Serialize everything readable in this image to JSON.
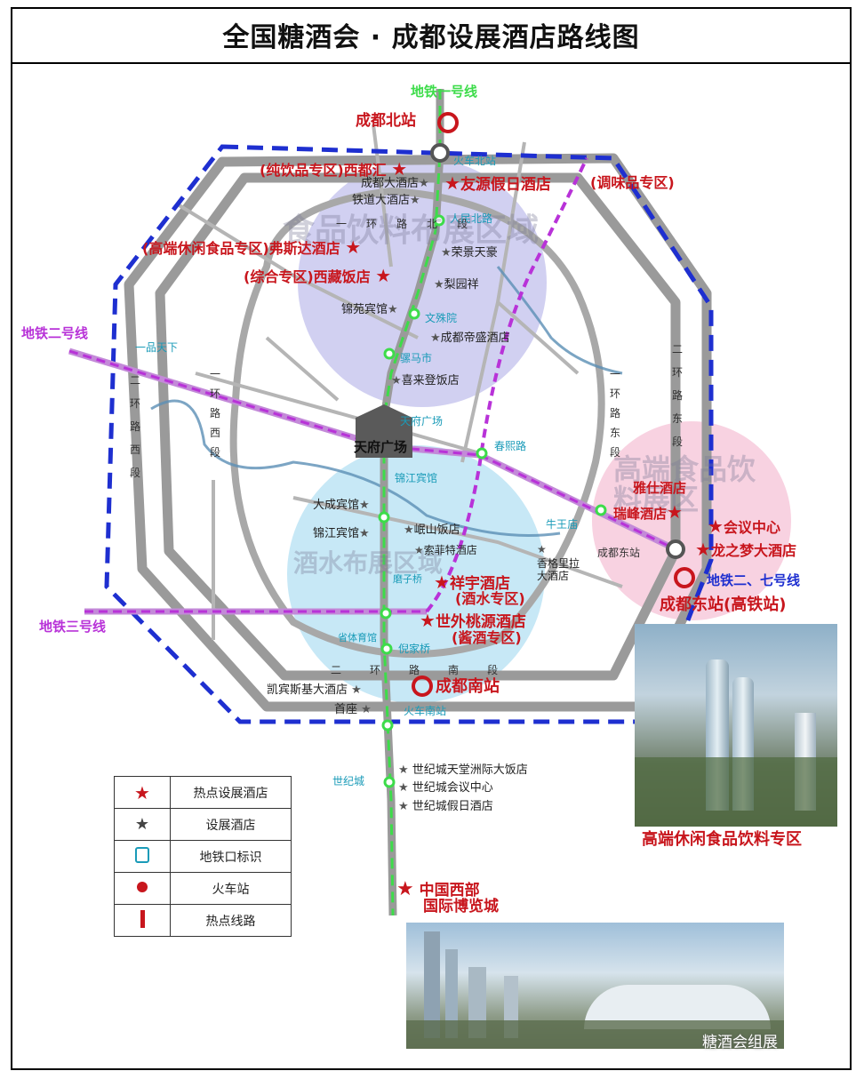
{
  "title": "全国糖酒会 · 成都设展酒店路线图",
  "metro_lines": {
    "line1": "地铁一号线",
    "line2": "地铁二号线",
    "line3": "地铁三号线",
    "line2_7": "地铁二、七号线"
  },
  "zones": {
    "food": "食品饮料布展区域",
    "liquor": "酒水布展区域",
    "highend": "高端食品饮料展区"
  },
  "stations": {
    "north": "成都北站",
    "east": "成都东站(高铁站)",
    "south": "成都南站"
  },
  "metro_stops": [
    "火车北站",
    "人民北路",
    "文殊院",
    "骡马市",
    "天府广场",
    "锦江宾馆",
    "磨子桥",
    "省体育馆",
    "倪家桥",
    "火车南站",
    "世纪城",
    "一品天下",
    "春熙路",
    "牛王庙",
    "成都东站"
  ],
  "plaza": "天府广场",
  "road_labels": {
    "r1_north": [
      "一",
      "环",
      "路",
      "北",
      "段"
    ],
    "r1_east": [
      "一",
      "环",
      "路",
      "东",
      "段"
    ],
    "r1_west": [
      "一",
      "环",
      "路",
      "西",
      "段"
    ],
    "r2_east": [
      "二",
      "环",
      "路",
      "东",
      "段"
    ],
    "r2_west": [
      "二",
      "环",
      "路",
      "西",
      "段"
    ],
    "r2_south": [
      "二",
      "环",
      "路",
      "南",
      "段"
    ]
  },
  "hot_hotels": [
    {
      "name": "(纯饮品专区)西都汇"
    },
    {
      "name": "友源假日酒店"
    },
    {
      "name": "(调味品专区)"
    },
    {
      "name": "(高端休闲食品专区)弗斯达酒店"
    },
    {
      "name": "(综合专区)西藏饭店"
    },
    {
      "name": "雅仕酒店"
    },
    {
      "name": "瑞峰酒店"
    },
    {
      "name": "会议中心"
    },
    {
      "name": "龙之梦大酒店"
    },
    {
      "name": "祥宇酒店"
    },
    {
      "name": "(酒水专区)"
    },
    {
      "name": "世外桃源酒店"
    },
    {
      "name": "(酱酒专区)"
    },
    {
      "name": "中国西部"
    },
    {
      "name": "国际博览城"
    }
  ],
  "hotels": [
    "成都大酒店",
    "铁道大酒店",
    "荣景天豪",
    "梨园祥",
    "锦苑宾馆",
    "成都帝盛酒店",
    "喜来登饭店",
    "大成宾馆",
    "锦江宾馆",
    "岷山饭店",
    "索菲特酒店",
    "香格里拉",
    "大酒店",
    "凯宾斯基大酒店",
    "首座",
    "世纪城天堂洲际大饭店",
    "世纪城会议中心",
    "世纪城假日酒店"
  ],
  "photo_caption": "高端休闲食品饮料专区",
  "legend": [
    {
      "icon": "red-star-icon",
      "label": "热点设展酒店"
    },
    {
      "icon": "gray-star-icon",
      "label": "设展酒店"
    },
    {
      "icon": "metro-icon",
      "label": "地铁口标识"
    },
    {
      "icon": "red-dot-icon",
      "label": "火车站"
    },
    {
      "icon": "red-bar-icon",
      "label": "热点线路"
    }
  ],
  "watermark": "糖酒会组展",
  "colors": {
    "hot": "#c8161d",
    "line1": "#3ddc4a",
    "line2": "#b832d8",
    "ring3": "#1e2fd0",
    "ring": "#9a9a9a"
  }
}
